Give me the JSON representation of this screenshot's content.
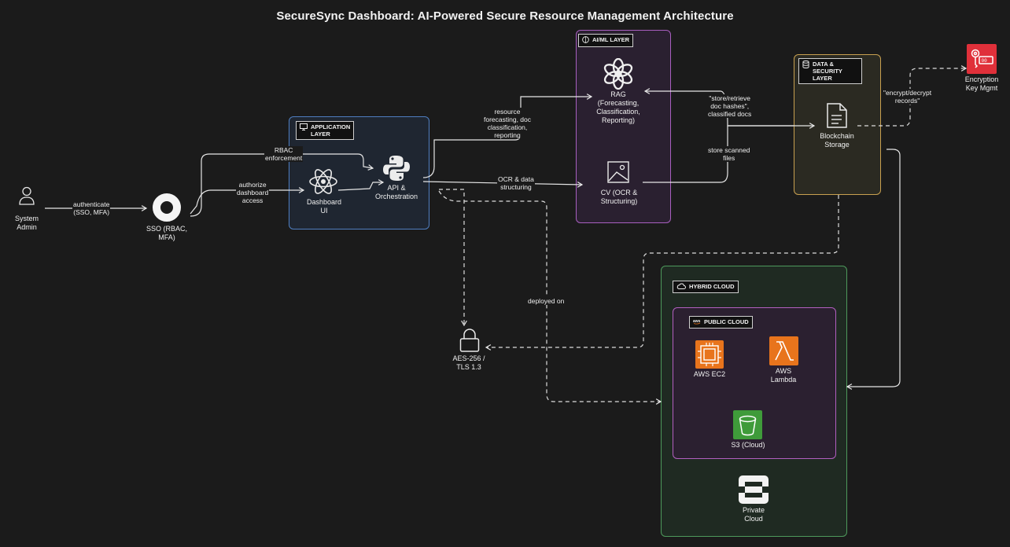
{
  "title": "SecureSync Dashboard: AI-Powered Secure Resource Management Architecture",
  "groups": {
    "application": "APPLICATION LAYER",
    "aiml": "AI/ML LAYER",
    "data_security": "DATA & SECURITY LAYER",
    "hybrid_cloud": "HYBRID CLOUD",
    "public_cloud": "PUBLIC CLOUD"
  },
  "nodes": {
    "admin": "System\nAdmin",
    "sso": "SSO (RBAC,\nMFA)",
    "dashboard": "Dashboard\nUI",
    "api": "API &\nOrchestration",
    "rag": "RAG\n(Forecasting,\nClassification,\nReporting)",
    "cv": "CV (OCR &\nStructuring)",
    "blockchain": "Blockchain\nStorage",
    "encryption": "Encryption\nKey Mgmt",
    "aes": "AES-256 /\nTLS 1.3",
    "ec2": "AWS EC2",
    "lambda": "AWS\nLambda",
    "s3": "S3 (Cloud)",
    "private": "Private\nCloud"
  },
  "edges": {
    "authenticate": "authenticate\n(SSO, MFA)",
    "rbac": "RBAC\nenforcement",
    "authorize": "authorize\ndashboard\naccess",
    "resource": "resource\nforecasting, doc\nclassification,\nreporting",
    "ocr": "OCR & data\nstructuring",
    "store_retrieve": "\"store/retrieve\ndoc hashes\",\nclassified docs",
    "store_scanned": "store scanned\nfiles",
    "encrypt": "\"encrypt/decrypt\nrecords\"",
    "deployed": "deployed on"
  },
  "colors": {
    "background": "#1b1b1b",
    "application_border": "#4f7ec1",
    "aiml_border": "#a85fbf",
    "data_border": "#c8a050",
    "hybrid_border": "#4e9a5c",
    "public_border": "#b25fc0",
    "aws_compute": "#e8741c",
    "aws_storage": "#3f9b3a",
    "aws_security": "#e0303a"
  }
}
